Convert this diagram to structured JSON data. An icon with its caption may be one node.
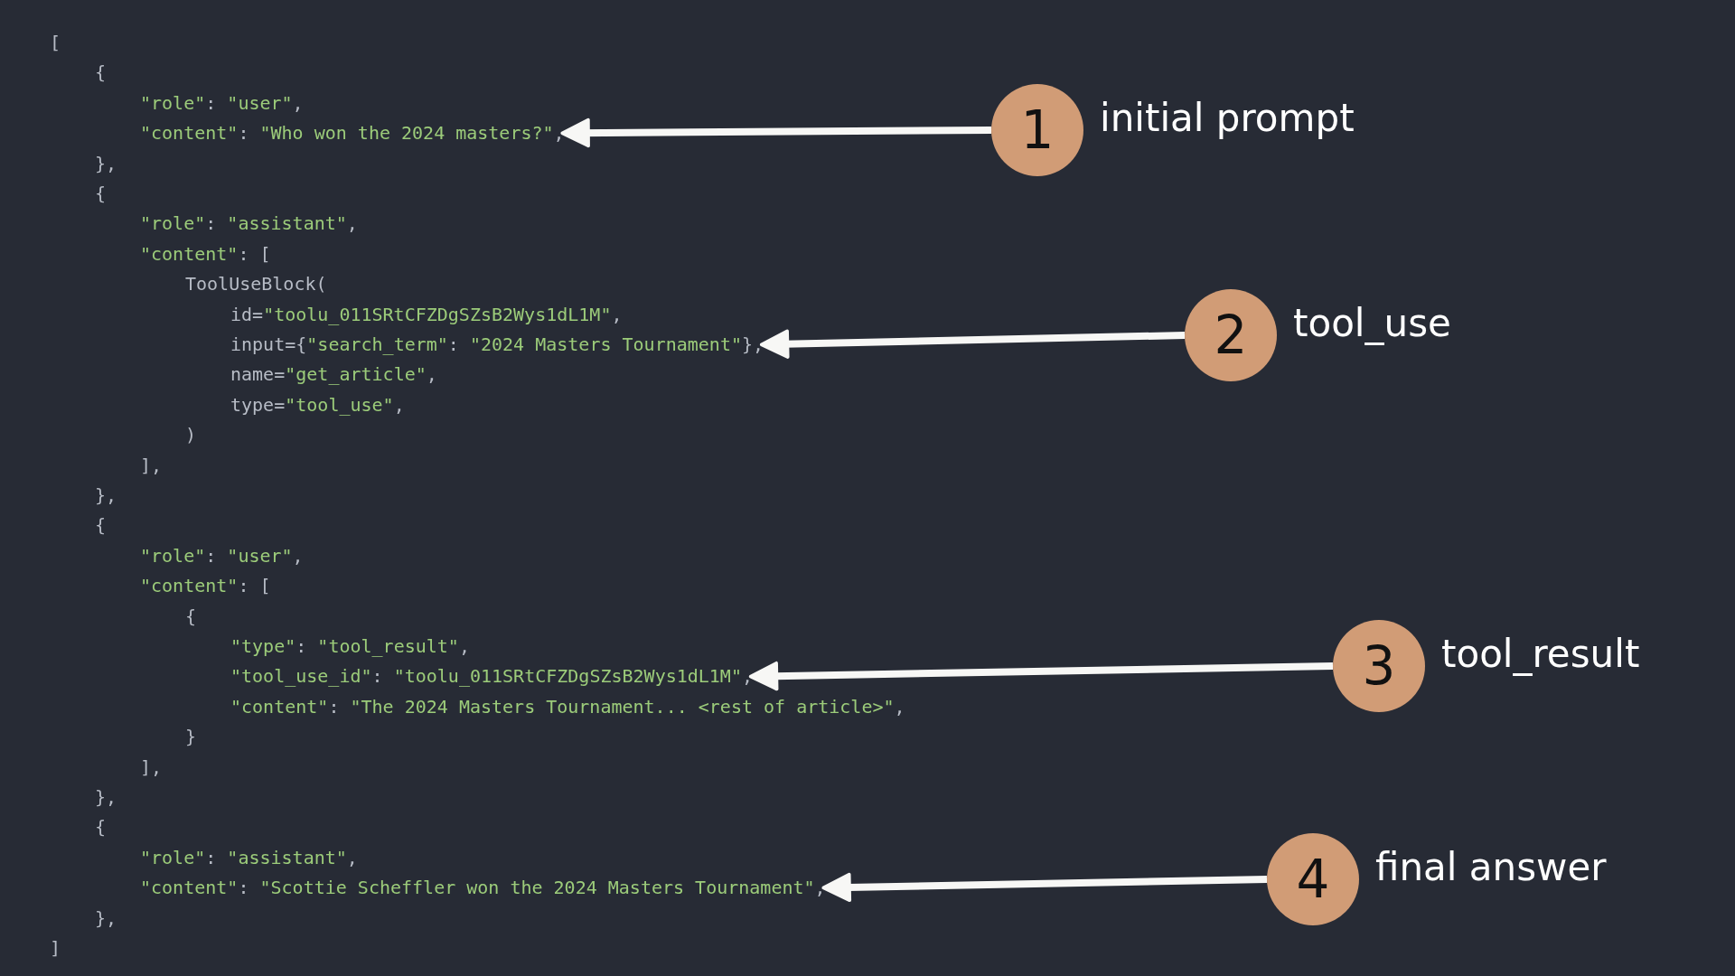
{
  "diagram": {
    "nodes": [
      {
        "text": [
          "\"content\": \"Who won the 2024 masters?\","
        ]
      },
      {
        "text": [
          "1"
        ],
        "beside": [
          "initial prompt"
        ]
      },
      {
        "text": [
          "input={\"search_term\": \"2024 Masters Tournament\"},"
        ]
      },
      {
        "text": [
          "2"
        ],
        "beside": [
          "tool_use"
        ]
      },
      {
        "text": [
          "\"tool_use_id\": \"toolu_011SRtCFZDgSZsB2Wys1dL1M\","
        ]
      },
      {
        "text": [
          "3"
        ],
        "beside": [
          "tool_result"
        ]
      },
      {
        "text": [
          "\"content\": \"Scottie Scheffler won the 2024 Masters Tournament\","
        ]
      },
      {
        "text": [
          "4"
        ],
        "beside": [
          "final answer"
        ]
      }
    ],
    "edges": [
      {
        "from": 1,
        "to": 0,
        "arrow": "to"
      },
      {
        "from": 3,
        "to": 2,
        "arrow": "to"
      },
      {
        "from": 5,
        "to": 4,
        "arrow": "to"
      },
      {
        "from": 7,
        "to": 6,
        "arrow": "to"
      }
    ],
    "labels": [
      "[",
      "{",
      "\"role\": \"user\",",
      "},",
      "{",
      "\"role\": \"assistant\",",
      "\"content\": [",
      "ToolUseBlock(",
      "id=\"toolu_011SRtCFZDgSZsB2Wys1dL1M\",",
      "name=\"get_article\",",
      "type=\"tool_use\",",
      ")",
      "],",
      "},",
      "{",
      "\"role\": \"user\",",
      "\"content\": [",
      "{",
      "\"type\": \"tool_result\",",
      "\"content\": \"The 2024 Masters Tournament... <rest of article>\",",
      "}",
      "],",
      "},",
      "{",
      "\"role\": \"assistant\",",
      "},",
      "]"
    ]
  }
}
